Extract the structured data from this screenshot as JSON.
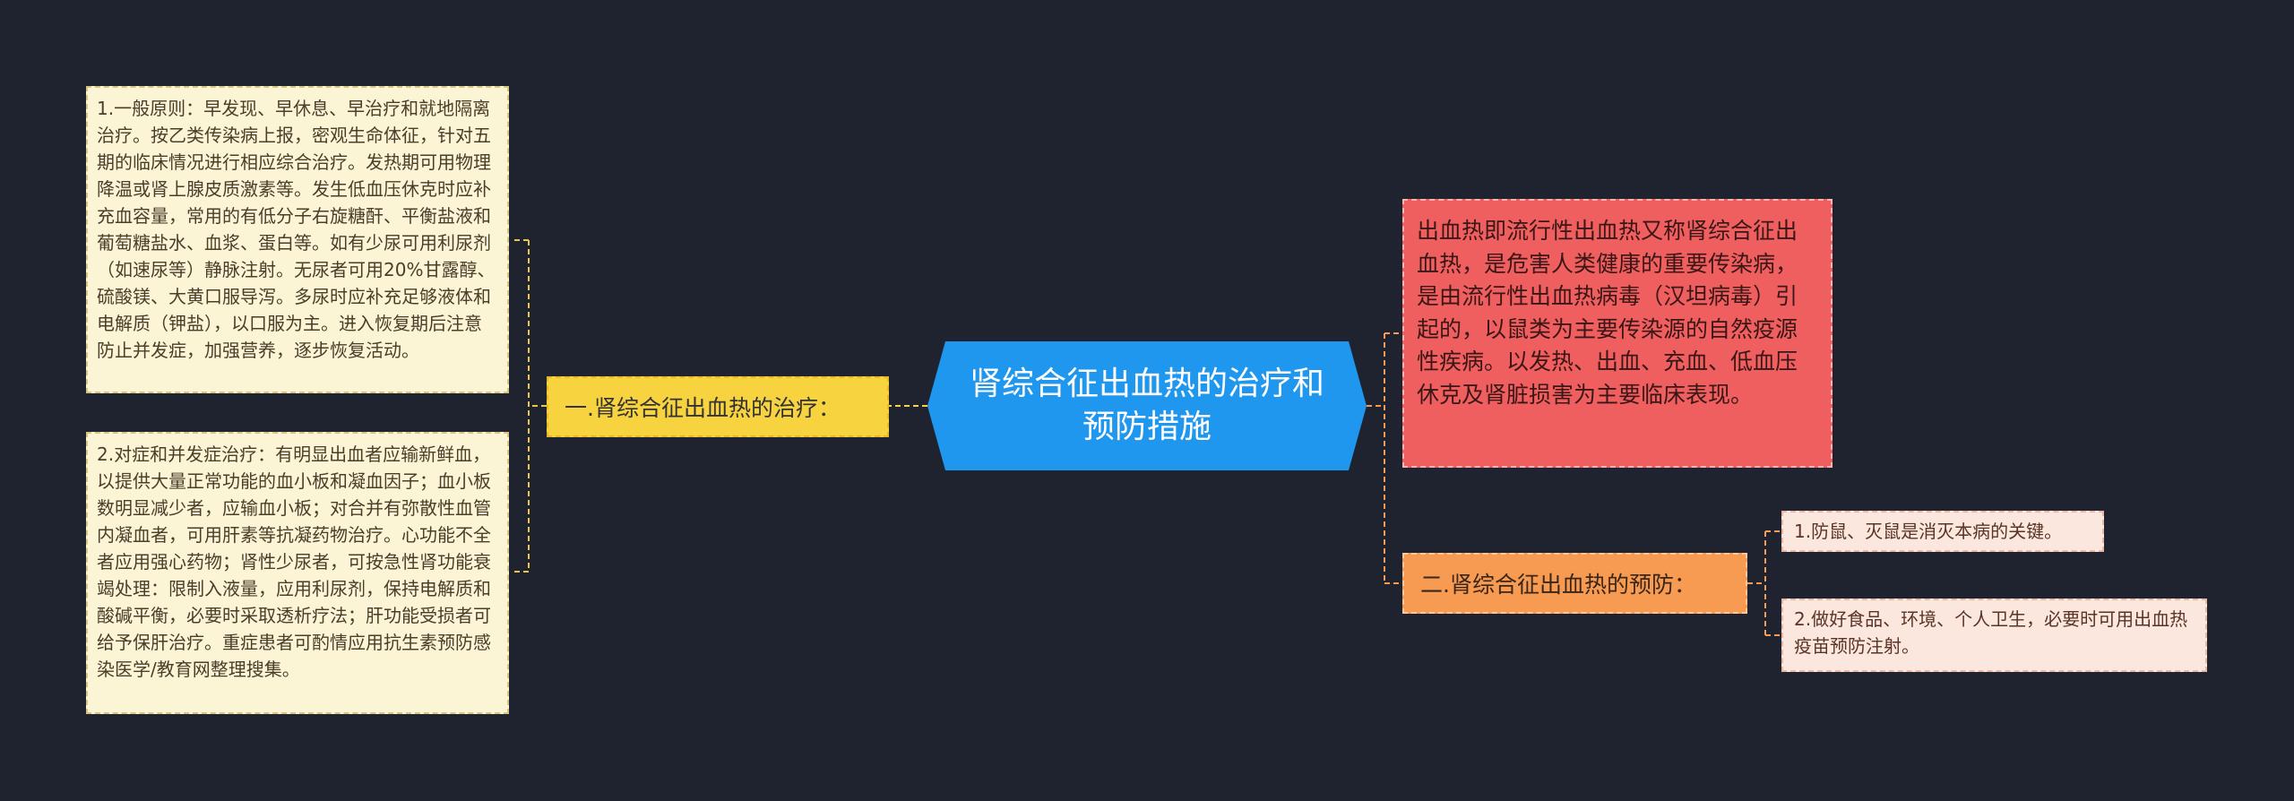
{
  "center": {
    "title": "肾综合征出血热的治疗和预防措施"
  },
  "left": {
    "branch": "一.肾综合征出血热的治疗：",
    "leaves": [
      "1.一般原则：早发现、早休息、早治疗和就地隔离治疗。按乙类传染病上报，密观生命体征，针对五期的临床情况进行相应综合治疗。发热期可用物理降温或肾上腺皮质激素等。发生低血压休克时应补充血容量，常用的有低分子右旋糖酐、平衡盐液和葡萄糖盐水、血浆、蛋白等。如有少尿可用利尿剂（如速尿等）静脉注射。无尿者可用20%甘露醇、硫酸镁、大黄口服导泻。多尿时应补充足够液体和电解质（钾盐），以口服为主。进入恢复期后注意防止并发症，加强营养，逐步恢复活动。",
      "2.对症和并发症治疗：有明显出血者应输新鲜血，以提供大量正常功能的血小板和凝血因子；血小板数明显减少者，应输血小板；对合并有弥散性血管内凝血者，可用肝素等抗凝药物治疗。心功能不全者应用强心药物；肾性少尿者，可按急性肾功能衰竭处理：限制入液量，应用利尿剂，保持电解质和酸碱平衡，必要时采取透析疗法；肝功能受损者可给予保肝治疗。重症患者可酌情应用抗生素预防感染医学/教育网整理搜集。"
    ]
  },
  "right": {
    "intro": "出血热即流行性出血热又称肾综合征出血热，是危害人类健康的重要传染病，是由流行性出血热病毒（汉坦病毒）引起的，以鼠类为主要传染源的自然疫源性疾病。以发热、出血、充血、低血压休克及肾脏损害为主要临床表现。",
    "branch": "二.肾综合征出血热的预防：",
    "leaves": [
      "1.防鼠、灭鼠是消灭本病的关键。",
      "2.做好食品、环境、个人卫生，必要时可用出血热疫苗预防注射。"
    ]
  },
  "colors": {
    "background": "#1f2330",
    "center": "#1f97ef",
    "left_branch": "#f7d33f",
    "left_leaf": "#fbf5d6",
    "right_top": "#f05f5f",
    "right_branch": "#f79b52",
    "right_leaf": "#fce7df"
  }
}
